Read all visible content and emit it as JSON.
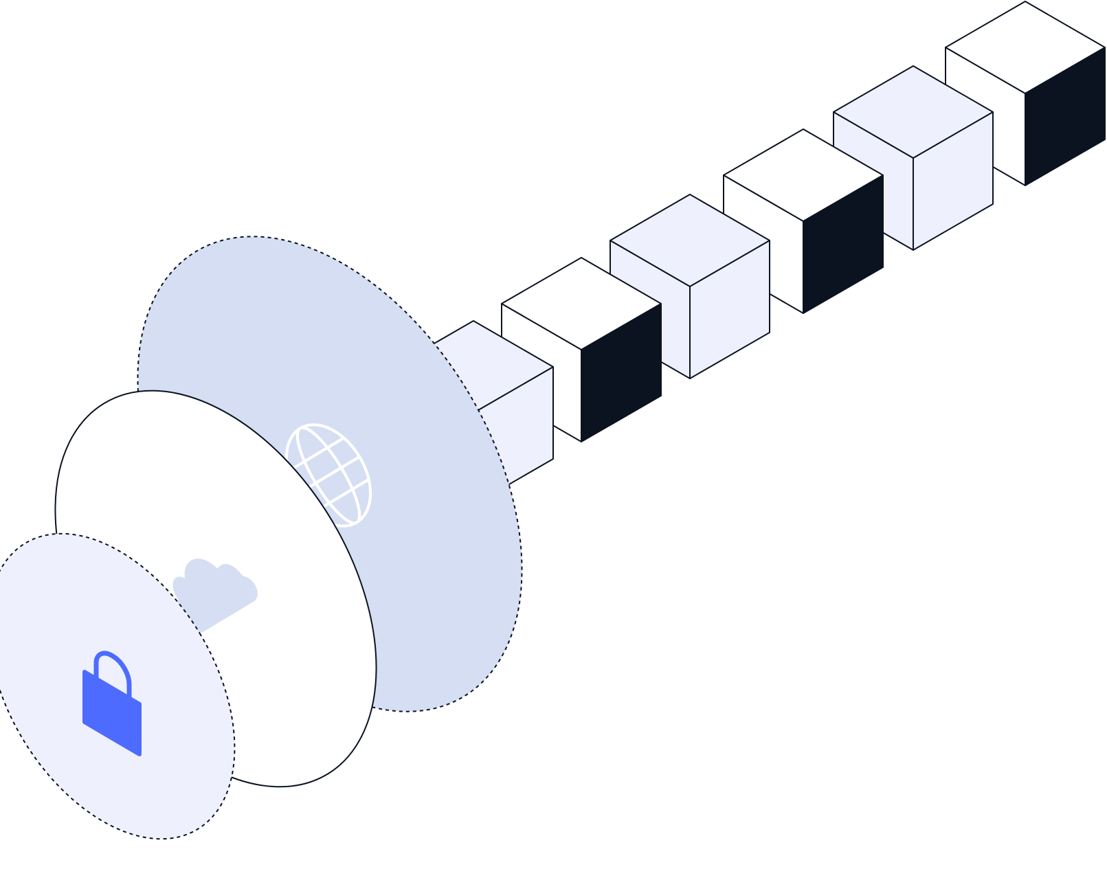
{
  "colors": {
    "background": "#ffffff",
    "stroke": "#0b1220",
    "cube_light_fill": "#eef1fd",
    "cube_white_fill": "#ffffff",
    "cube_dark_fill": "#0b1220",
    "globe_disc_fill": "#d5def2",
    "center_disc_fill": "#ffffff",
    "lock_disc_fill": "#eef1fd",
    "lock_icon": "#4d6bfe",
    "cloud_icon": "#d5def2",
    "globe_icon": "#ffffff"
  },
  "cubes": [
    {
      "style": "light"
    },
    {
      "style": "dark-side"
    },
    {
      "style": "light"
    },
    {
      "style": "dark-side"
    },
    {
      "style": "light"
    },
    {
      "style": "dark-side"
    }
  ],
  "discs": [
    {
      "role": "globe-layer",
      "border": "dotted",
      "icon": "globe-icon"
    },
    {
      "role": "cloud-layer",
      "border": "solid",
      "icon": "cloud-icon"
    },
    {
      "role": "lock-layer",
      "border": "dotted",
      "icon": "lock-icon"
    }
  ]
}
